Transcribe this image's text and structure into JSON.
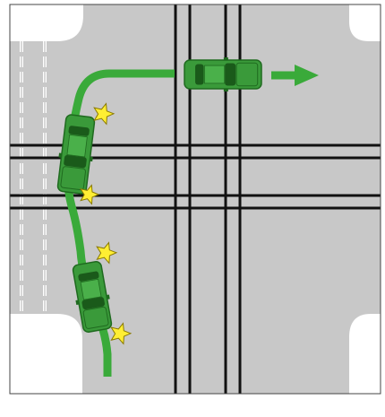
{
  "diagram": {
    "type": "traffic-intersection-illustration",
    "colors": {
      "background": "#ffffff",
      "road": "#c8c8c8",
      "lane_marking": "#ffffff",
      "track_line": "#111111",
      "vehicle_body": "#3a9a3a",
      "vehicle_dark": "#1f6a1f",
      "vehicle_window": "#1a5a1a",
      "path": "#3aaa3a",
      "arrow": "#3aaa3a",
      "impact_star": "#ffee33",
      "impact_outline": "#8a7a00",
      "border": "#444444"
    },
    "elements": {
      "vehicles": [
        {
          "id": "vehicle-top",
          "orientation": "horizontal",
          "heading": "east"
        },
        {
          "id": "vehicle-middle",
          "orientation": "vertical",
          "heading": "north"
        },
        {
          "id": "vehicle-bottom",
          "orientation": "vertical",
          "heading": "north"
        }
      ],
      "impact_markers": [
        {
          "id": "impact-1",
          "near": "vehicle-middle-front"
        },
        {
          "id": "impact-2",
          "near": "vehicle-middle-rear"
        },
        {
          "id": "impact-3",
          "near": "vehicle-bottom-front"
        },
        {
          "id": "impact-4",
          "near": "vehicle-bottom-rear"
        }
      ],
      "direction_arrow": {
        "direction": "east",
        "icon": "arrow-right-icon"
      },
      "rail_tracks": {
        "vertical": 2,
        "horizontal": 2
      },
      "crosswalk": {
        "side": "west"
      }
    }
  }
}
